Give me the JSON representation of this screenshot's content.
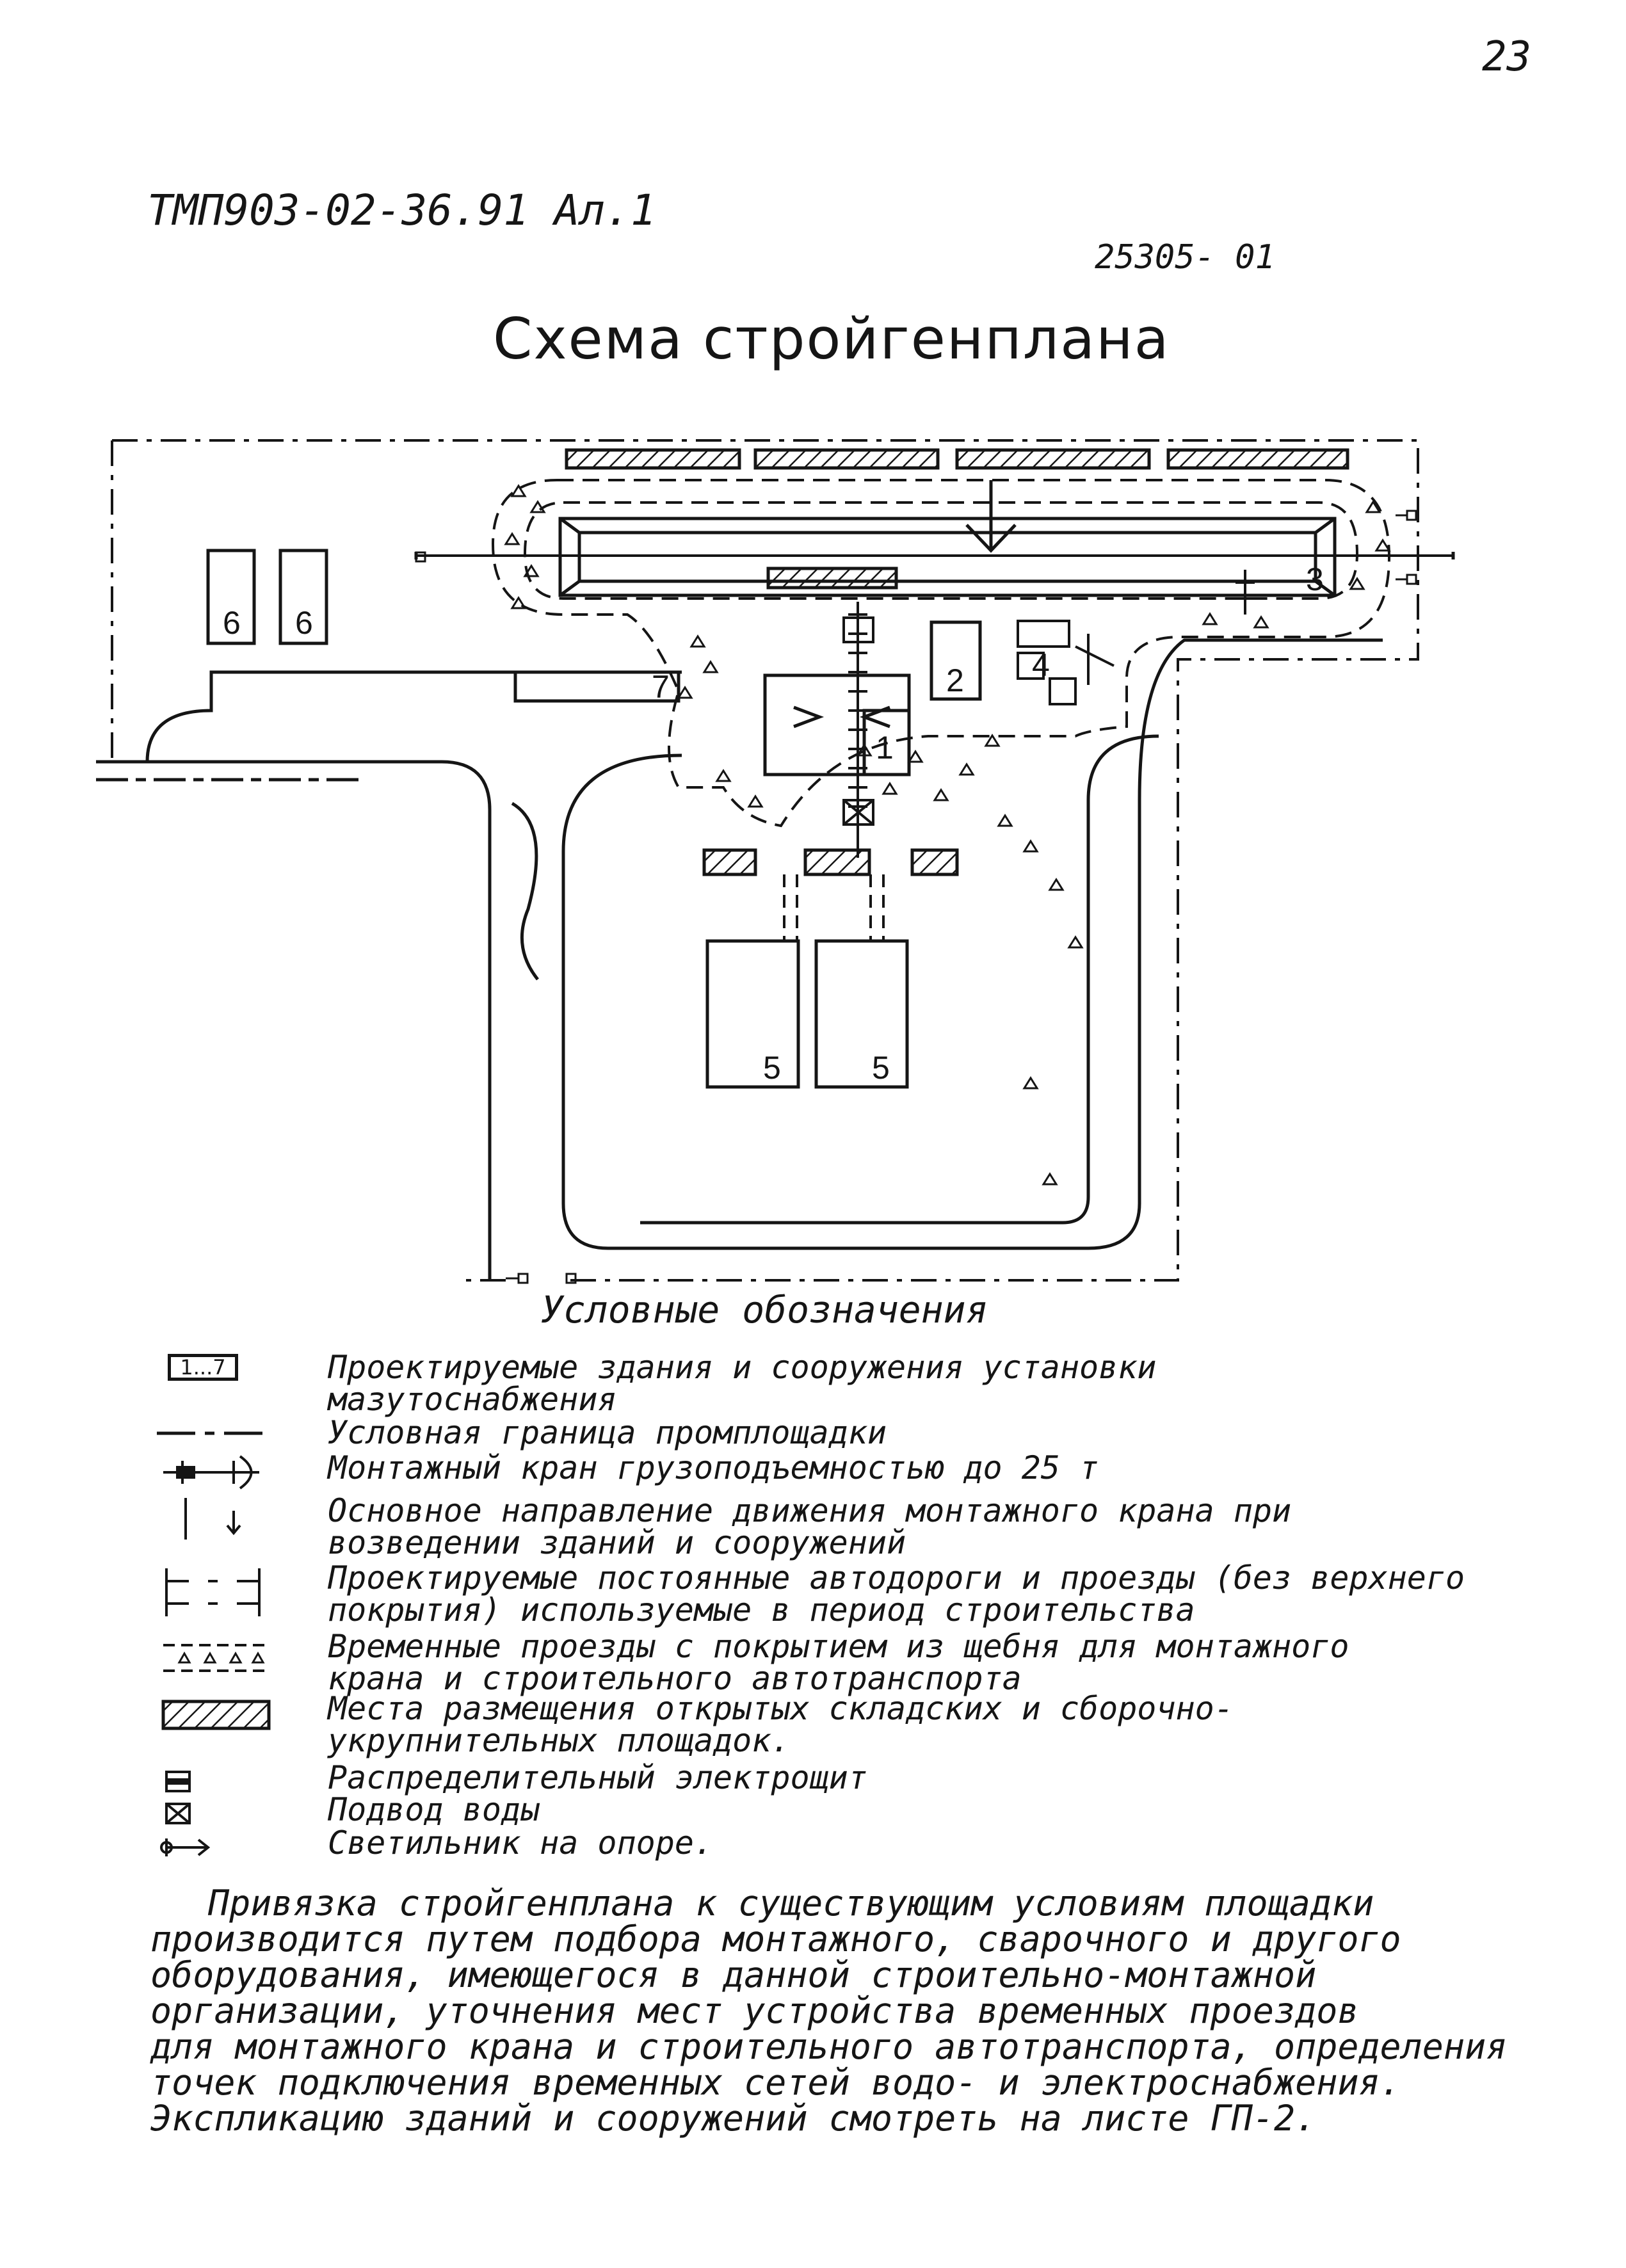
{
  "page_number": "23",
  "document_code": "ТМП903-02-36.91 Ал.1",
  "sheet_code": "25305- 01",
  "title": "Схема стройгенплана",
  "plan_labels": {
    "b1": "1",
    "b2": "2",
    "b3": "3",
    "b4": "4",
    "b5a": "5",
    "b5b": "5",
    "b6a": "6",
    "b6b": "6",
    "b7": "7"
  },
  "legend": {
    "title": "Условные обозначения",
    "symbol_label": "1...7",
    "items": [
      {
        "lines": [
          "Проектируемые здания и сооружения установки",
          "мазутоснабжения"
        ]
      },
      {
        "lines": [
          "Условная граница промплощадки"
        ]
      },
      {
        "lines": [
          "Монтажный кран грузоподъемностью до 25 т"
        ]
      },
      {
        "lines": [
          "Основное направление движения монтажного крана при",
          "возведении зданий и сооружений"
        ]
      },
      {
        "lines": [
          "Проектируемые постоянные автодороги и проезды (без верхнего",
          "покрытия) используемые в период строительства"
        ]
      },
      {
        "lines": [
          "Временные проезды с покрытием из щебня для монтажного",
          "крана и строительного автотранспорта"
        ]
      },
      {
        "lines": [
          "Места размещения открытых складских и сборочно-",
          "укрупнительных площадок."
        ]
      },
      {
        "lines": [
          "Распределительный электрощит"
        ]
      },
      {
        "lines": [
          "Подвод воды"
        ]
      },
      {
        "lines": [
          "Светильник на опоре."
        ]
      }
    ]
  },
  "note": {
    "lines": [
      "Привязка стройгенплана к существующим условиям площадки",
      "производится путем подбора монтажного, сварочного и другого",
      "оборудования, имеющегося в данной строительно-монтажной",
      "организации, уточнения мест устройства временных проездов",
      "для монтажного крана и строительного автотранспорта, определения",
      "точек подключения временных сетей водо- и электроснабжения.",
      "Экспликацию зданий и сооружений смотреть на листе ГП-2."
    ]
  }
}
